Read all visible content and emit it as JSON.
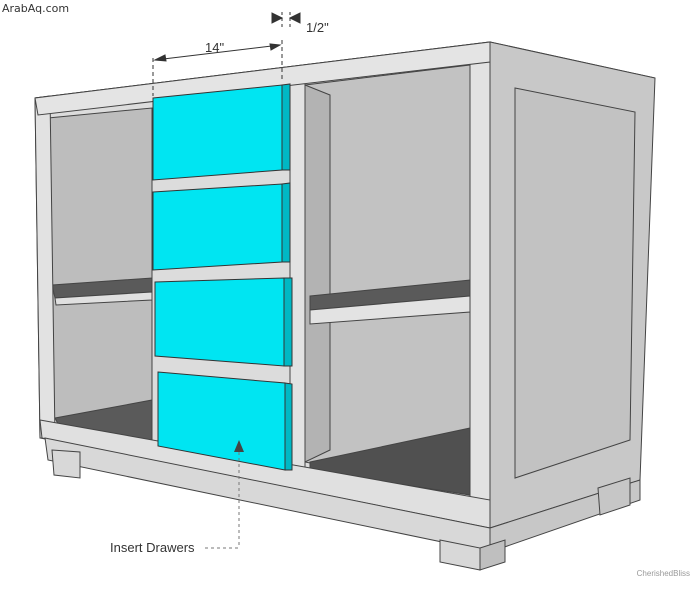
{
  "watermark": "ArabAq.com",
  "credit": "CherishedBliss",
  "dimensions": {
    "drawer_width": "14\"",
    "gap": "1/2\""
  },
  "callout": {
    "label": "Insert Drawers"
  },
  "colors": {
    "drawer": "#00e5f2",
    "drawer_side": "#00b8c4",
    "frame": "#d9d9d9",
    "frame_dark": "#c4c4c4",
    "inside": "#c9c9c9",
    "floor": "#555555",
    "outline": "#444444"
  }
}
